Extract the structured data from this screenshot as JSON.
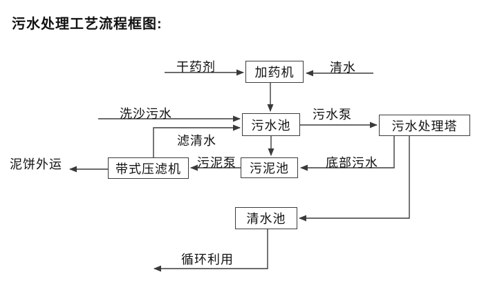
{
  "title": "污水处理工艺流程框图:",
  "nodes": {
    "dosing_machine": "加药机",
    "wastewater_pool": "污水池",
    "treatment_tower": "污水处理塔",
    "belt_filter_press": "带式压滤机",
    "sludge_pool": "污泥池",
    "clean_water_pool": "清水池"
  },
  "flow_labels": {
    "dry_chemical": "干药剂",
    "clean_water": "清水",
    "sand_washing_wastewater": "洗沙污水",
    "filtered_water": "滤清水",
    "wastewater_pump": "污水泵",
    "bottom_wastewater": "底部污水",
    "sludge_pump": "污泥泵",
    "mud_cake_outbound": "泥饼外运",
    "recycle_use": "循环利用"
  },
  "edges": [
    {
      "source": "干药剂",
      "target": "加药机",
      "label": ""
    },
    {
      "source": "清水",
      "target": "加药机",
      "label": ""
    },
    {
      "source": "加药机",
      "target": "污水池",
      "label": ""
    },
    {
      "source": "洗沙污水",
      "target": "污水池",
      "label": ""
    },
    {
      "source": "带式压滤机",
      "target": "污水池",
      "label": "滤清水"
    },
    {
      "source": "污水池",
      "target": "污水处理塔",
      "label": "污水泵"
    },
    {
      "source": "污水池",
      "target": "污泥池",
      "label": ""
    },
    {
      "source": "污水处理塔",
      "target": "污泥池",
      "label": "底部污水"
    },
    {
      "source": "污泥池",
      "target": "带式压滤机",
      "label": "污泥泵"
    },
    {
      "source": "带式压滤机",
      "target": "泥饼外运",
      "label": ""
    },
    {
      "source": "污水处理塔",
      "target": "清水池",
      "label": ""
    },
    {
      "source": "清水池",
      "target": "循环利用",
      "label": ""
    }
  ],
  "colors": {
    "line": "#3a3a3a",
    "text": "#111111",
    "background": "#ffffff"
  }
}
